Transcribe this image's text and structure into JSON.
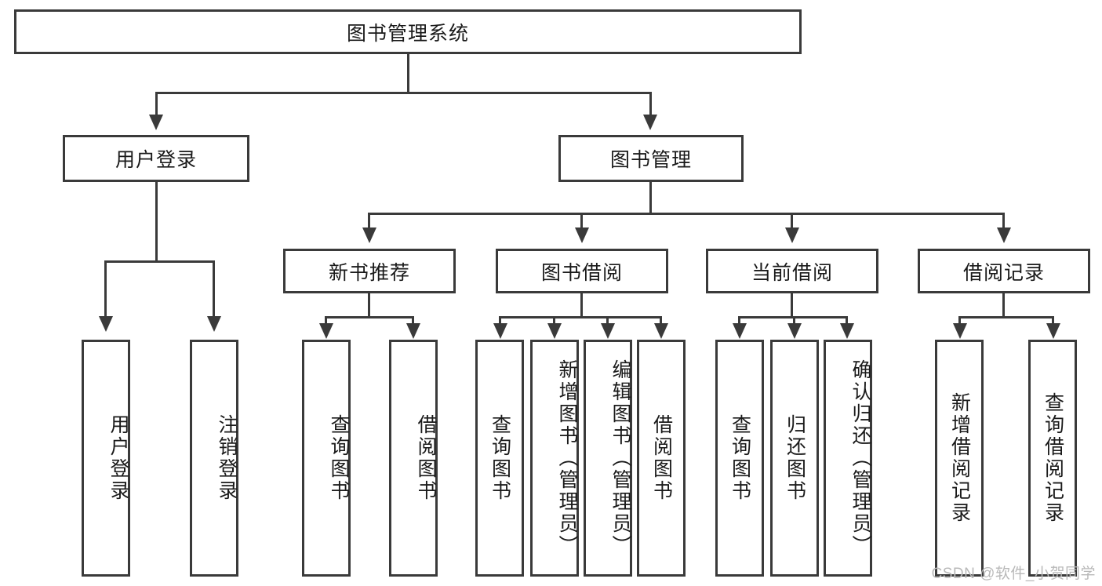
{
  "diagram": {
    "type": "tree-flowchart",
    "title": "图书管理系统",
    "root": {
      "label": "图书管理系统"
    },
    "level2": [
      {
        "label": "用户登录"
      },
      {
        "label": "图书管理"
      }
    ],
    "level3": [
      {
        "label": "新书推荐"
      },
      {
        "label": "图书借阅"
      },
      {
        "label": "当前借阅"
      },
      {
        "label": "借阅记录"
      }
    ],
    "leaves": {
      "user_login": [
        {
          "label": "用户登录"
        },
        {
          "label": "注销登录"
        }
      ],
      "new_book_recommend": [
        {
          "label": "查询图书"
        },
        {
          "label": "借阅图书"
        }
      ],
      "book_borrow": [
        {
          "label": "查询图书"
        },
        {
          "label": "新增图书（管理员）"
        },
        {
          "label": "编辑图书（管理员）"
        },
        {
          "label": "借阅图书"
        }
      ],
      "current_borrow": [
        {
          "label": "查询图书"
        },
        {
          "label": "归还图书"
        },
        {
          "label": "确认归还（管理员）"
        }
      ],
      "borrow_record": [
        {
          "label": "新增借阅记录"
        },
        {
          "label": "查询借阅记录"
        }
      ]
    }
  },
  "watermark": {
    "text": "CSDN @软件_小贺同学"
  },
  "colors": {
    "stroke": "#3a3a3a",
    "fill": "#ffffff",
    "text": "#1a1a1a",
    "watermark": "#b9b9b9"
  }
}
